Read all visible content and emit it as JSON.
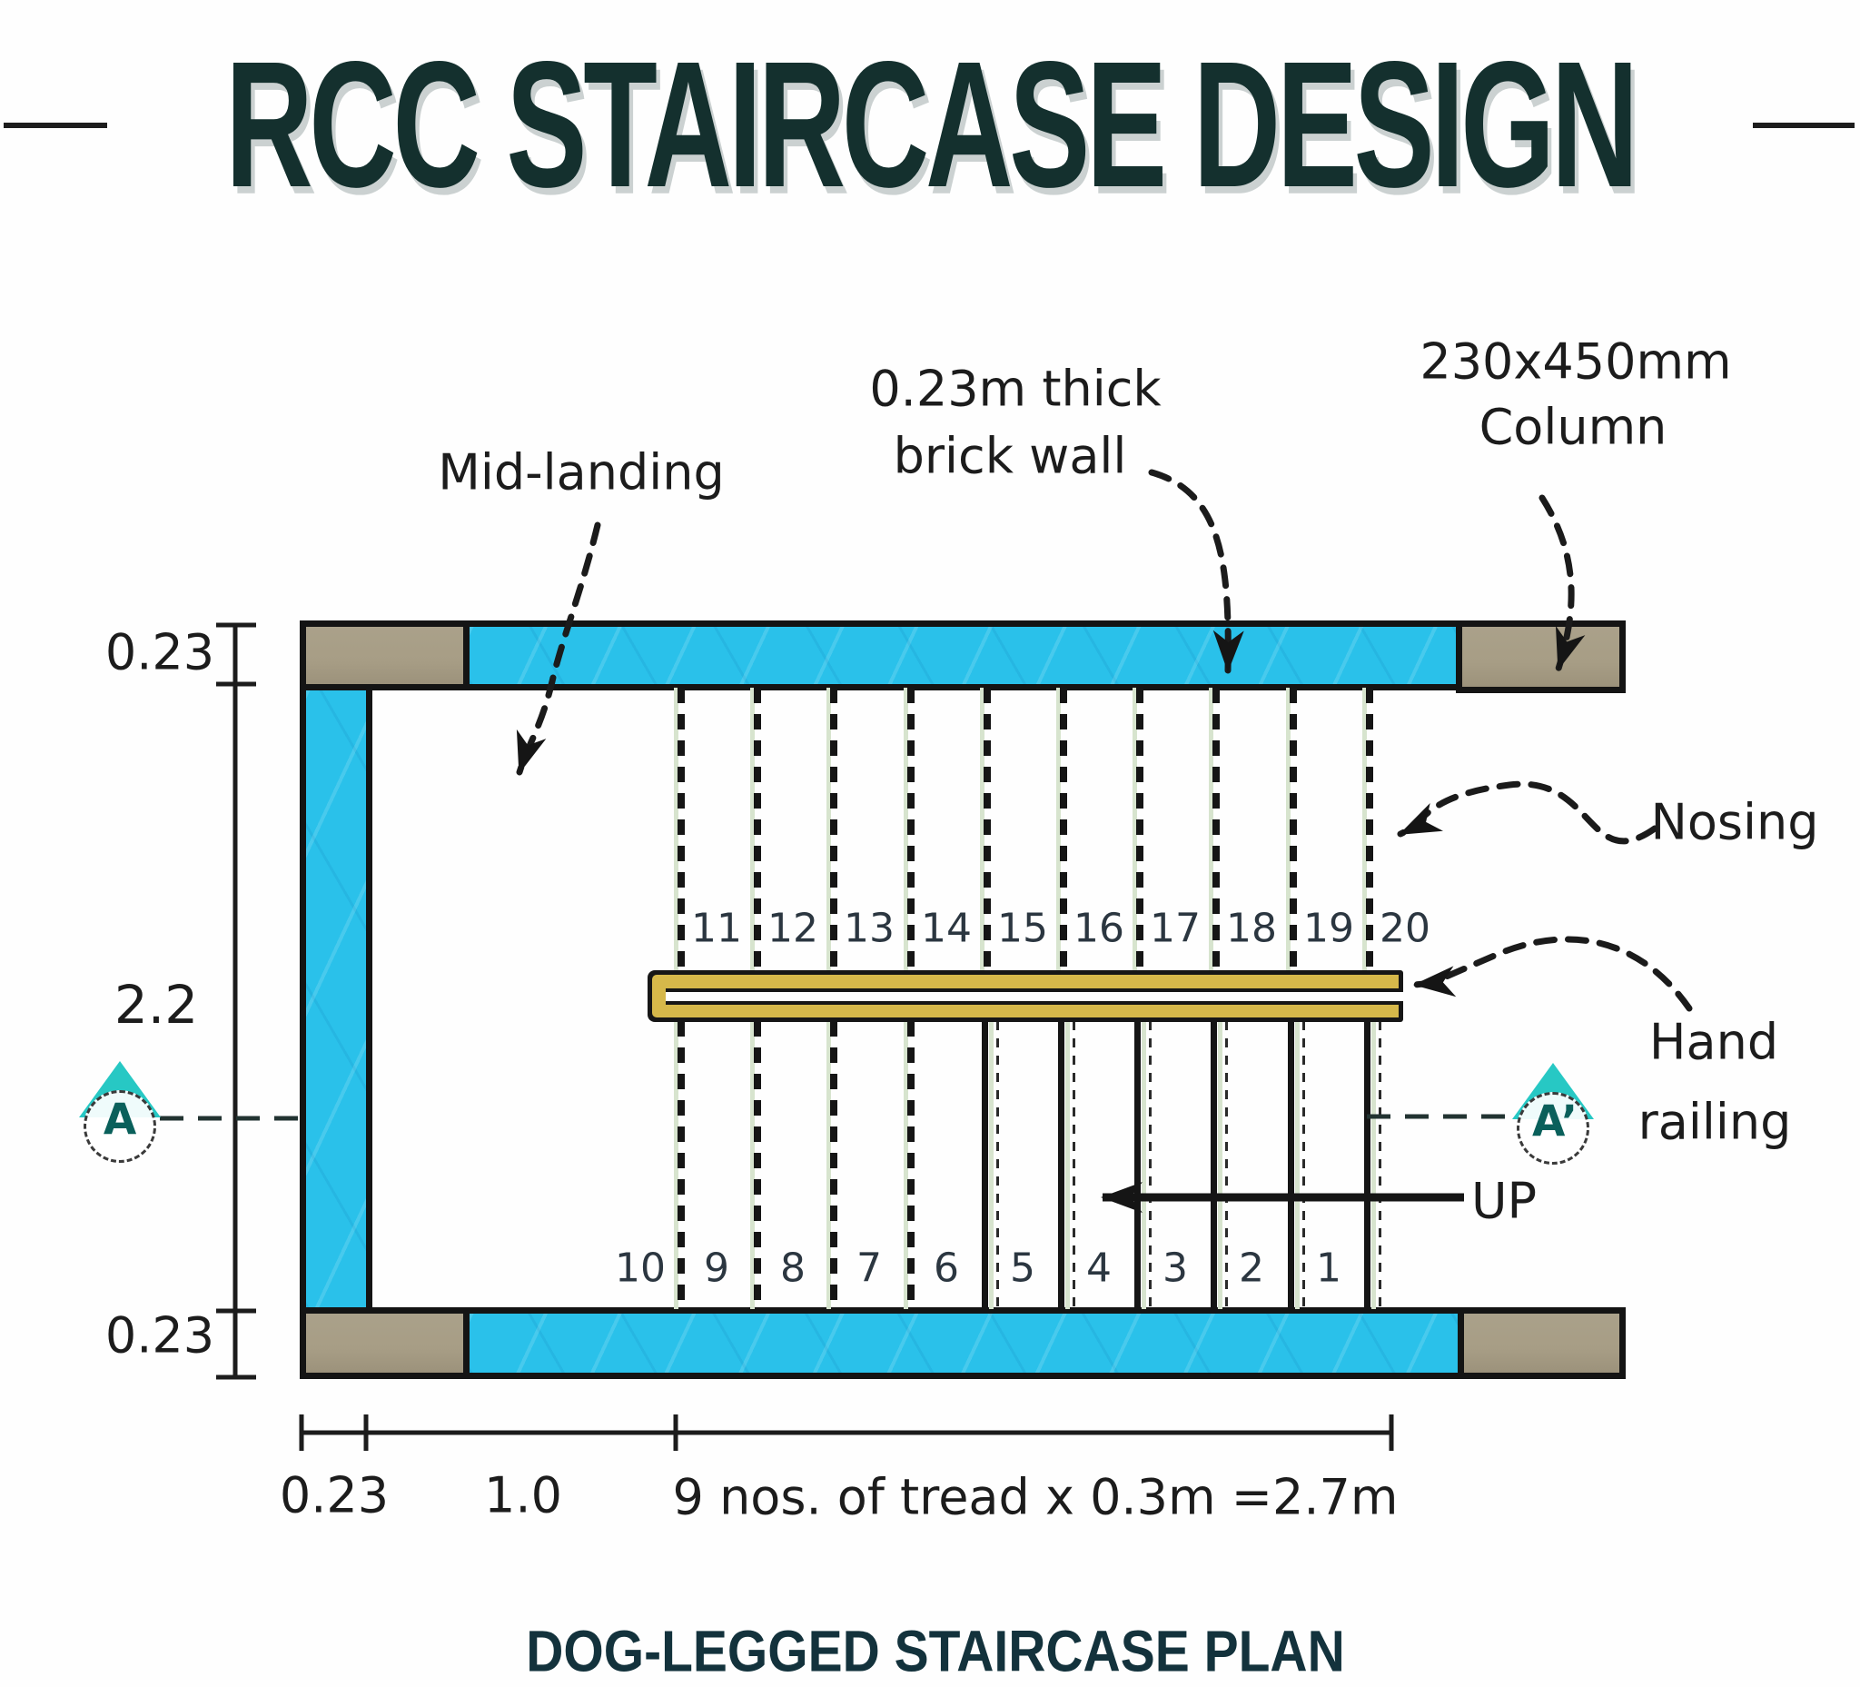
{
  "title": "RCC STAIRCASE DESIGN",
  "caption": "DOG-LEGGED STAIRCASE PLAN",
  "annotations": {
    "mid_landing": "Mid-landing",
    "brick_wall": {
      "line1": "0.23m thick",
      "line2": "brick wall"
    },
    "column": {
      "line1": "230x450mm",
      "line2": "Column"
    },
    "nosing": "Nosing",
    "hand_railing": {
      "line1": "Hand",
      "line2": "railing"
    },
    "up": "UP"
  },
  "dimensions": {
    "left_top": "0.23",
    "left_middle": "2.2",
    "left_bottom": "0.23",
    "bottom_wall": "0.23",
    "bottom_landing": "1.0",
    "bottom_treads": "9 nos. of tread x 0.3m =2.7m"
  },
  "section_markers": {
    "left": "A",
    "right": "A’"
  },
  "treads": {
    "upper": [
      "11",
      "12",
      "13",
      "14",
      "15",
      "16",
      "17",
      "18",
      "19",
      "20"
    ],
    "lower": [
      "10",
      "9",
      "8",
      "7",
      "6",
      "5",
      "4",
      "3",
      "2",
      "1"
    ]
  },
  "colors": {
    "wall_fill": "#2ac1ea",
    "column_fill": "#a79d85",
    "outline": "#141414",
    "railing_fill": "#d6b84a",
    "marker_fill": "#27c8c4",
    "marker_text": "#0a605b",
    "title_text": "#14302e",
    "tread_core": "#d7e4ce"
  }
}
